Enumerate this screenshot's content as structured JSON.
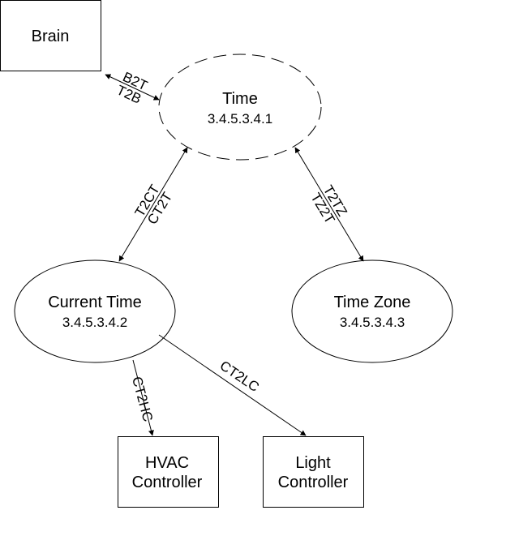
{
  "nodes": {
    "brain": {
      "label": "Brain"
    },
    "time": {
      "label": "Time",
      "id": "3.4.5.3.4.1"
    },
    "current_time": {
      "label": "Current Time",
      "id": "3.4.5.3.4.2"
    },
    "time_zone": {
      "label": "Time Zone",
      "id": "3.4.5.3.4.3"
    },
    "hvac": {
      "line1": "HVAC",
      "line2": "Controller"
    },
    "light": {
      "line1": "Light",
      "line2": "Controller"
    }
  },
  "edges": {
    "brain_time": {
      "top": "B2T",
      "bottom": "T2B"
    },
    "time_current": {
      "top": "T2CT",
      "bottom": "CT2T"
    },
    "time_zone": {
      "top": "T2TZ",
      "bottom": "TZ2T"
    },
    "current_hvac": {
      "label": "CT2HC"
    },
    "current_light": {
      "label": "CT2LC"
    }
  }
}
